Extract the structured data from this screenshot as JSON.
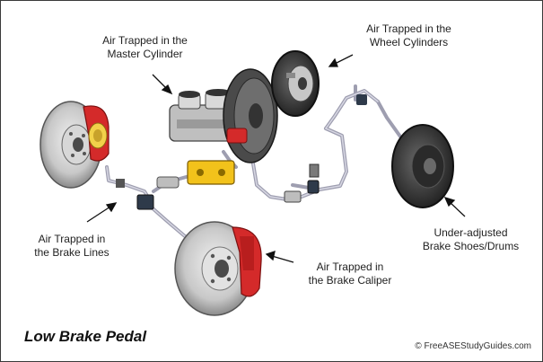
{
  "labels": {
    "master_cylinder": {
      "line1": "Air Trapped in the",
      "line2": "Master Cylinder"
    },
    "wheel_cylinders": {
      "line1": "Air Trapped in the",
      "line2": "Wheel Cylinders"
    },
    "brake_lines": {
      "line1": "Air Trapped in",
      "line2": "the Brake Lines"
    },
    "brake_caliper": {
      "line1": "Air Trapped in",
      "line2": "the Brake Caliper"
    },
    "shoes_drums": {
      "line1": "Under-adjusted",
      "line2": "Brake Shoes/Drums"
    }
  },
  "title": "Low Brake Pedal",
  "credit": "© FreeASEStudyGuides.com",
  "colors": {
    "caliper_red": "#d42a2a",
    "valve_yellow": "#f2c21b",
    "line_gray": "#b9b9c6",
    "metal_gray": "#c9c9c9",
    "dark_metal": "#3c3c3c"
  }
}
